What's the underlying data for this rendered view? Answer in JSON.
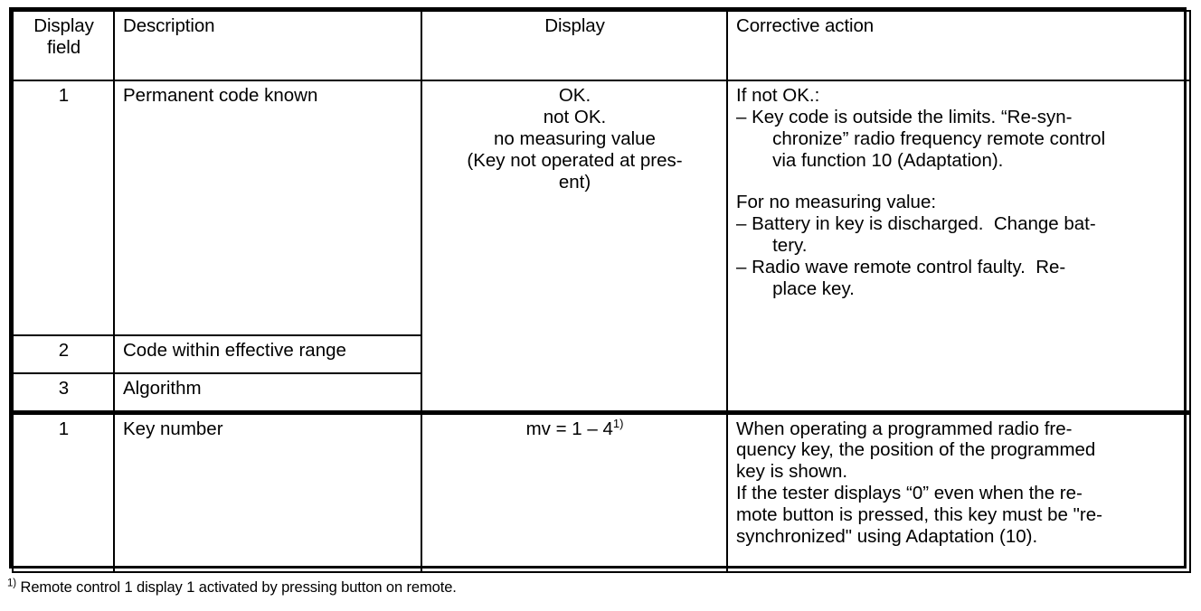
{
  "table": {
    "headers": {
      "display_field": "Display\nfield",
      "description": "Description",
      "display": "Display",
      "corrective_action": "Corrective action"
    },
    "rows": [
      {
        "field": "1",
        "description": "Permanent code known",
        "display_lines": [
          "OK.",
          "not OK.",
          "no measuring value",
          "(Key not operated at pres-",
          "ent)"
        ],
        "corrective": {
          "block1_title": "If not OK.:",
          "block1_items": [
            "– Key code is outside the limits. “Re-syn-\n   chronize” radio frequency remote control\n   via function 10 (Adaptation)."
          ],
          "block2_title": "For no measuring value:",
          "block2_items": [
            "– Battery in key is discharged.  Change bat-\n   tery.",
            "– Radio wave remote control faulty.  Re-\n   place key."
          ]
        }
      },
      {
        "field": "2",
        "description": "Code within effective range"
      },
      {
        "field": "3",
        "description": "Algorithm"
      },
      {
        "field": "1",
        "description": "Key number",
        "display_formula": "mv = 1 – 4",
        "display_formula_sup": "1)",
        "corrective_paragraphs": [
          "When operating a programmed radio fre-\nquency key, the position of the programmed\nkey is shown.",
          "If the tester displays “0” even when the re-\nmote button is pressed, this key must be \"re-\nsynchronized\" using Adaptation (10)."
        ]
      }
    ]
  },
  "footnote": {
    "mark": "1)",
    "text": " Remote control 1 display 1 activated by pressing button on remote."
  }
}
